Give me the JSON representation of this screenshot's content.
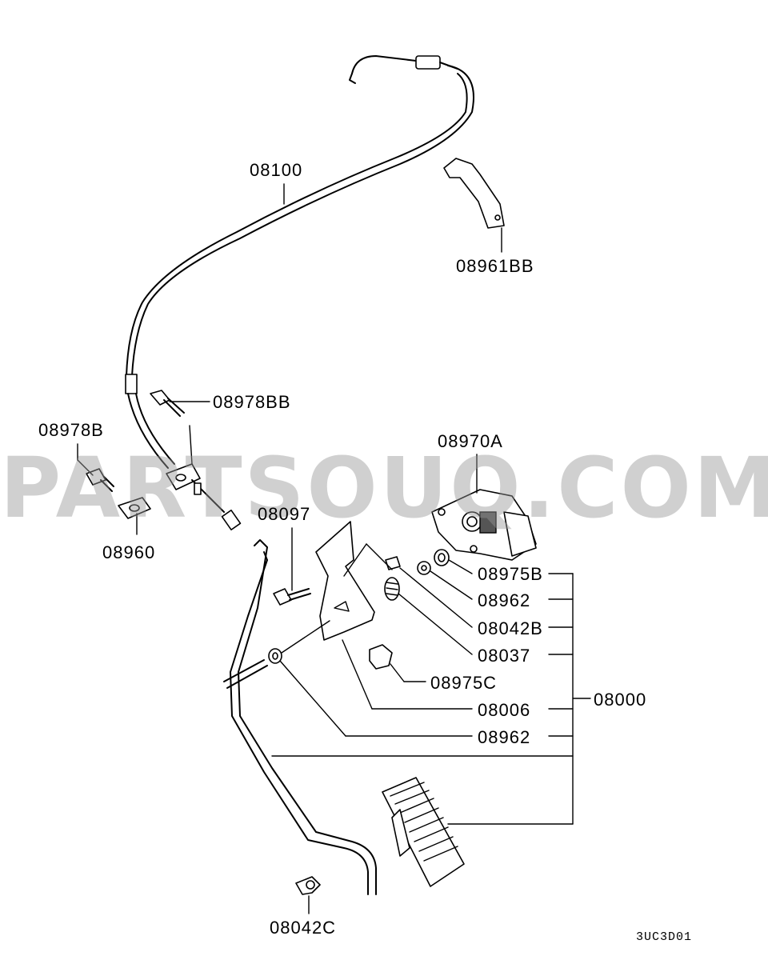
{
  "labels": {
    "l08100": "08100",
    "l08961BB": "08961BB",
    "l08978BB": "08978BB",
    "l08978B": "08978B",
    "l08970A": "08970A",
    "l08960": "08960",
    "l08097": "08097",
    "l08975B": "08975B",
    "l08962a": "08962",
    "l08042B": "08042B",
    "l08037": "08037",
    "l08975C": "08975C",
    "l08006": "08006",
    "l08000": "08000",
    "l08962b": "08962",
    "l08042C": "08042C"
  },
  "diagram_code": "3UC3D01",
  "watermark": "PARTSOUQ.COM"
}
